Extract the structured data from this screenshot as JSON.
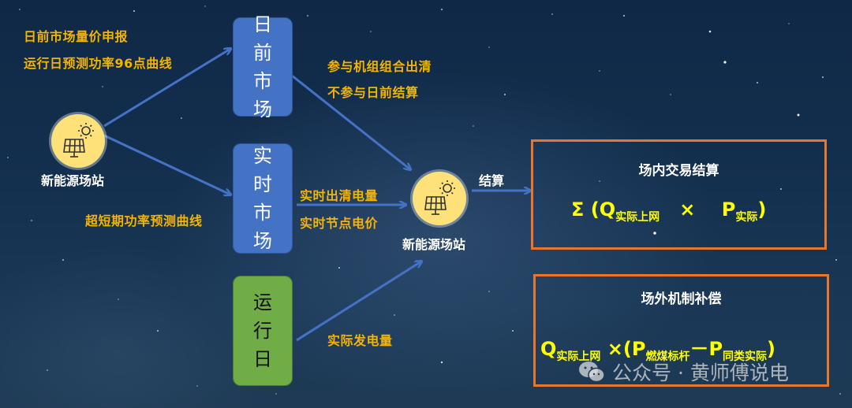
{
  "left_labels": {
    "top_line1": "日前市场量价申报",
    "top_line2": "运行日预测功率96点曲线",
    "bottom": "超短期功率预测曲线"
  },
  "stations": {
    "left_label": "新能源场站",
    "center_label": "新能源场站",
    "icon": "solar-panel-sun-icon"
  },
  "markets": {
    "day_ahead": [
      "日",
      "前",
      "市",
      "场"
    ],
    "real_time": [
      "实",
      "时",
      "市",
      "场"
    ],
    "operating_day": [
      "运",
      "行",
      "日"
    ]
  },
  "flow_labels": {
    "day_ahead_line1": "参与机组组合出清",
    "day_ahead_line2": "不参与日前结算",
    "real_time_line1": "实时出清电量",
    "real_time_line2": "实时节点电价",
    "operating_day": "实际发电量",
    "settlement": "结算"
  },
  "box_inside": {
    "title": "场内交易结算",
    "formula": {
      "sigma": "Σ",
      "open": "(",
      "q": "Q",
      "q_sub": "实际上网",
      "times": "×",
      "p": "P",
      "p_sub": "实际",
      "close": ")"
    }
  },
  "box_outside": {
    "title": "场外机制补偿",
    "formula": {
      "q": "Q",
      "q_sub": "实际上网",
      "times": "×",
      "open": "(",
      "p1": "P",
      "p1_sub": "燃煤标杆",
      "minus": "－",
      "p2": "P",
      "p2_sub": "同类实际",
      "close": ")"
    }
  },
  "watermark": {
    "text": "公众号 · 黄师傅说电",
    "icon": "wechat-icon"
  },
  "colors": {
    "label_yellow": "#f5b400",
    "formula_yellow": "#ffff00",
    "market_blue": "#4472c4",
    "market_green": "#70ad47",
    "arrow_blue": "#4472c4",
    "box_orange": "#e8762b",
    "station_fill": "#ffe17a"
  }
}
